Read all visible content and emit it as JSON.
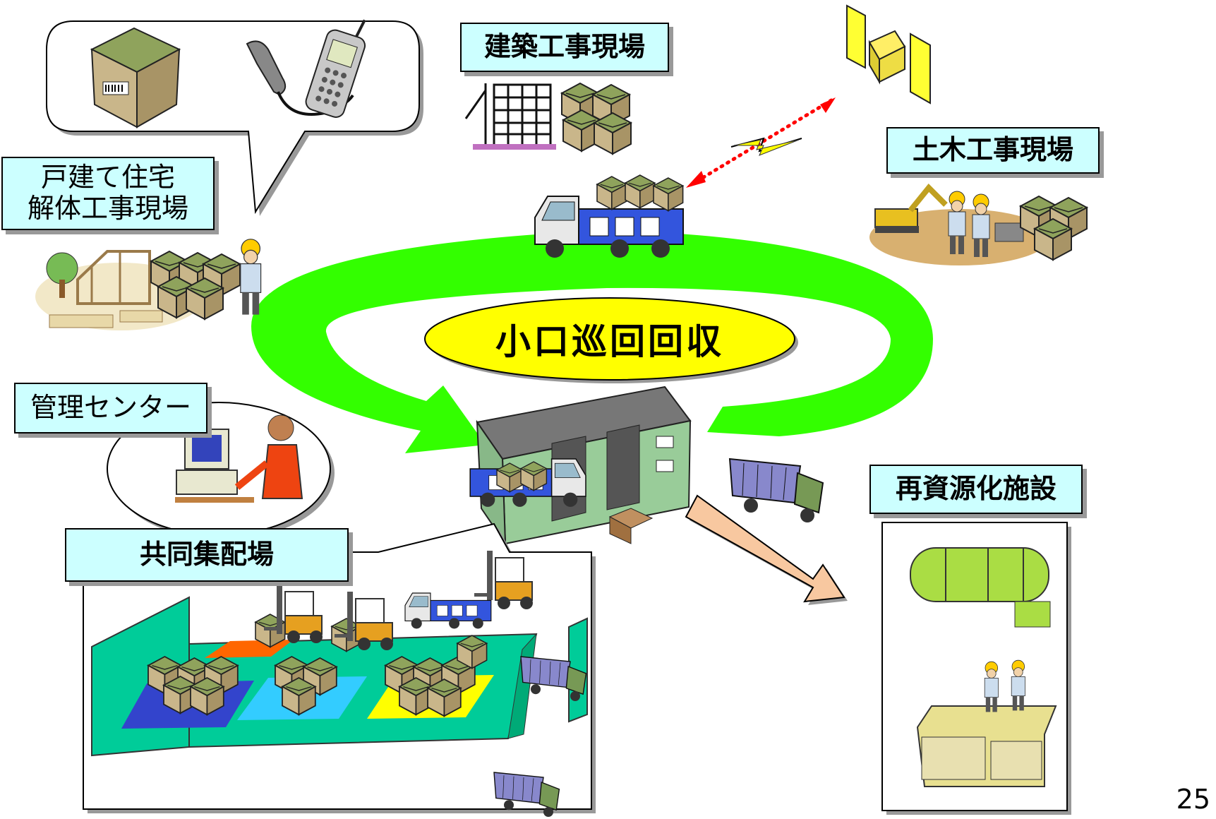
{
  "labels": {
    "building_site": "建築工事現場",
    "civil_site": "土木工事現場",
    "house_demolition_line1": "戸建て住宅",
    "house_demolition_line2": "解体工事現場",
    "management_center": "管理センター",
    "joint_depot": "共同集配場",
    "recycling_facility": "再資源化施設",
    "small_lot_collection": "小口巡回回収"
  },
  "page_number": "25",
  "colors": {
    "label_fill": "#ccffff",
    "loop_arrow": "#33ff00",
    "center_ellipse": "#ffff00",
    "outflow_arrow": "#f8c8a0",
    "signal_dots": "#ff0000",
    "warehouse": "#99cc99"
  },
  "icons": [
    "cardboard-box-icon",
    "telephone-receiver-icon",
    "mobile-phone-icon",
    "satellite-icon",
    "truck-icon",
    "dump-truck-icon",
    "forklift-icon",
    "warehouse-icon",
    "worker-icon",
    "operator-computer-icon",
    "excavator-icon",
    "building-crane-icon",
    "house-frame-icon",
    "recycling-plant-icon",
    "lightning-icon"
  ]
}
